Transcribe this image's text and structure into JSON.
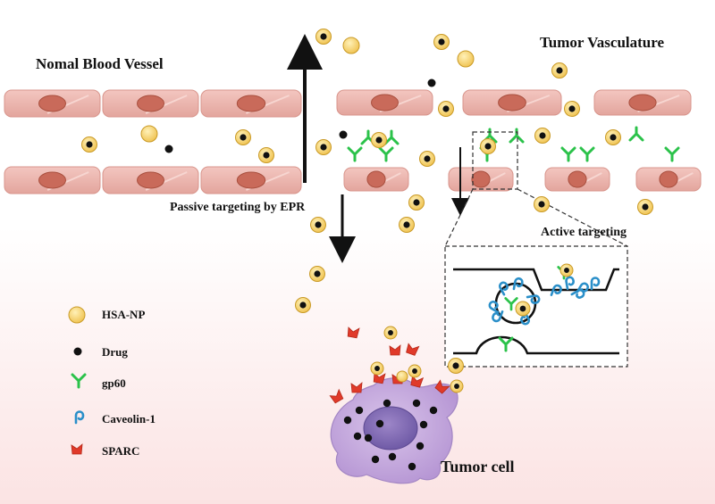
{
  "labels": {
    "normal_vessel": "Nomal Blood Vessel",
    "tumor_vasculature": "Tumor Vasculature",
    "passive_targeting": "Passive targeting by EPR",
    "active_targeting": "Active targeting",
    "tumor_cell": "Tumor cell"
  },
  "legend": [
    {
      "icon": "hsa-np-icon",
      "label": "HSA-NP"
    },
    {
      "icon": "drug-icon",
      "label": "Drug"
    },
    {
      "icon": "gp60-icon",
      "label": "gp60"
    },
    {
      "icon": "caveolin-icon",
      "label": "Caveolin-1"
    },
    {
      "icon": "sparc-icon",
      "label": "SPARC"
    }
  ],
  "colors": {
    "endothelial_cell": "#eab4ad",
    "nucleus": "#c96a5a",
    "nanoparticle": "#f6cf6a",
    "drug": "#111111",
    "gp60": "#2bc24a",
    "caveolin": "#2a8fc9",
    "sparc": "#e03a2a",
    "tumor_cell": "#c9b0de"
  }
}
